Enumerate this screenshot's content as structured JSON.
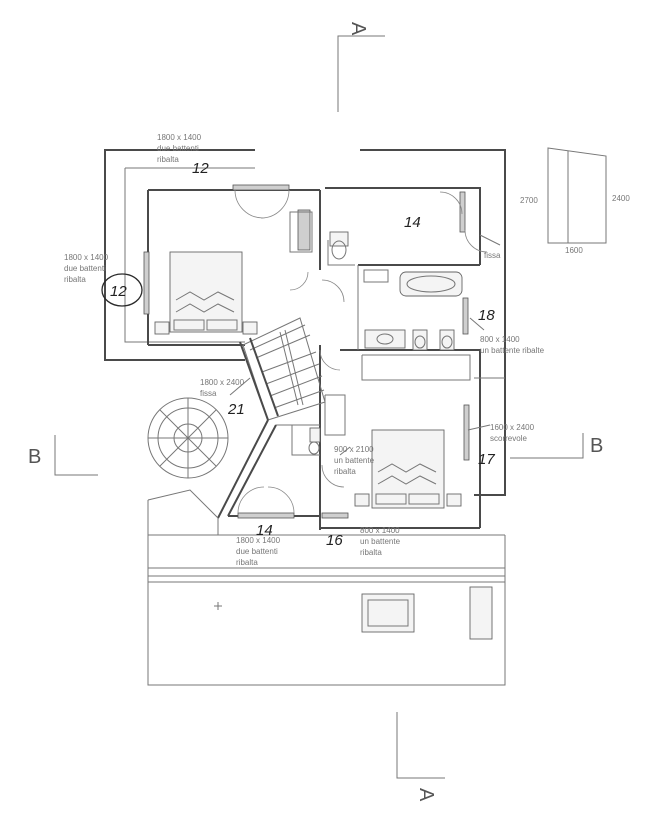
{
  "section_marks": {
    "a_top": "A",
    "a_bottom": "A",
    "b_left": "B",
    "b_right": "B"
  },
  "window_notes": [
    {
      "id": "w12_top",
      "size": "1800 x 1400",
      "line2": "due battenti",
      "line3": "ribalta"
    },
    {
      "id": "w12_left",
      "size": "1800 x 1400",
      "line2": "due battenti",
      "line3": "ribalta"
    },
    {
      "id": "w18",
      "size": "800 x 1400",
      "line2": "un battente ribalte",
      "line3": ""
    },
    {
      "id": "w21",
      "size": "1800 x 2400",
      "line2": "fissa",
      "line3": ""
    },
    {
      "id": "w17",
      "size": "1600 x 2400",
      "line2": "scorrevole",
      "line3": ""
    },
    {
      "id": "door_mid",
      "size": "900 x 2100",
      "line2": "un battente",
      "line3": "ribalta"
    },
    {
      "id": "w14b",
      "size": "1800 x 1400",
      "line2": "due battenti",
      "line3": "ribalta"
    },
    {
      "id": "w16",
      "size": "800 x 1400",
      "line2": "un battente",
      "line3": "ribalta"
    }
  ],
  "fissa_label": "fissa",
  "handwritten": {
    "n12_top": "12",
    "n12_left": "12",
    "n14_top": "14",
    "n18": "18",
    "n21": "21",
    "n17": "17",
    "n14_bottom": "14",
    "n16": "16"
  },
  "elevation_sketch": {
    "dim_left": "2700",
    "dim_right": "2400",
    "dim_bottom": "1600"
  }
}
